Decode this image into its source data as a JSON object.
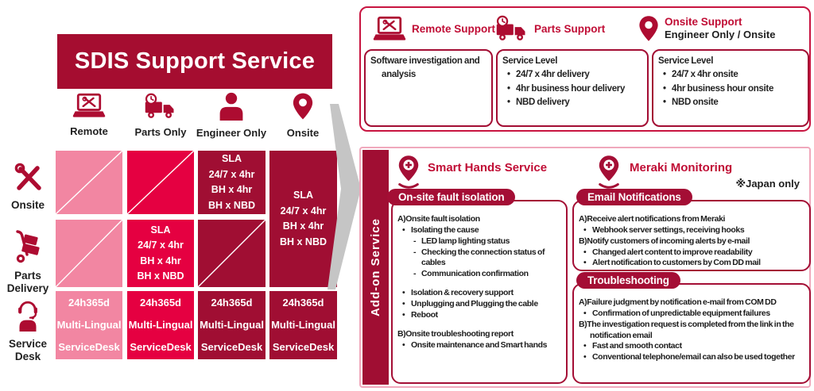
{
  "title": "SDIS Support Service",
  "colors": {
    "maroon": "#A00E33",
    "crimson": "#E50041",
    "pink": "#F286A2",
    "accent_text_red": "#C00D35",
    "panel_border_red": "#C81440",
    "addon_border_pink": "#F0A8BC",
    "arrow_gray": "#C5C5C5"
  },
  "matrix": {
    "column_headers": [
      {
        "label": "Remote",
        "icon": "laptop-tools-icon"
      },
      {
        "label": "Parts Only",
        "icon": "truck-clock-icon"
      },
      {
        "label": "Engineer Only",
        "icon": "person-icon"
      },
      {
        "label": "Onsite",
        "icon": "map-pin-icon"
      }
    ],
    "row_headers": [
      {
        "label": "Onsite",
        "icon": "crossed-tools-icon"
      },
      {
        "label": "Parts Delivery",
        "icon": "hand-truck-icon"
      },
      {
        "label": "Service Desk",
        "icon": "headset-person-icon"
      }
    ],
    "sla_lines": [
      "SLA",
      "24/7 x 4hr",
      "BH x 4hr",
      "BH x NBD"
    ],
    "service_desk_lines": [
      "24h365d",
      "Multi-Lingual",
      "ServiceDesk"
    ]
  },
  "support_panel": {
    "sections": [
      {
        "title": "Remote Support",
        "icon": "laptop-tools-icon",
        "body": [
          {
            "t": "Software investigation and analysis",
            "l": 0
          }
        ]
      },
      {
        "title": "Parts Support",
        "icon": "truck-clock-icon",
        "body": [
          {
            "t": "Service Level",
            "l": 0
          },
          {
            "b": "•",
            "t": "24/7 x 4hr delivery",
            "l": 1
          },
          {
            "b": "•",
            "t": "4hr business hour delivery",
            "l": 1
          },
          {
            "b": "•",
            "t": "NBD delivery",
            "l": 1
          }
        ]
      },
      {
        "title": "Onsite Support",
        "subtitle": "Engineer Only / Onsite",
        "icon": "map-pin-icon",
        "body": [
          {
            "t": "Service Level",
            "l": 0
          },
          {
            "b": "•",
            "t": "24/7 x 4hr onsite",
            "l": 1
          },
          {
            "b": "•",
            "t": "4hr business hour onsite",
            "l": 1
          },
          {
            "b": "•",
            "t": "NBD onsite",
            "l": 1
          }
        ]
      }
    ]
  },
  "addon_panel": {
    "side_label": "Add-on Service",
    "note": "※Japan only",
    "groups": [
      {
        "title": "Smart Hands Service",
        "icon": "pin-plus-icon"
      },
      {
        "title": "Meraki Monitoring",
        "icon": "pin-plus-icon"
      }
    ],
    "boxes": [
      {
        "header": "On-site fault isolation",
        "lines": [
          {
            "t": "A)Onsite fault isolation",
            "l": 0
          },
          {
            "b": "•",
            "t": "Isolating the cause",
            "l": 1
          },
          {
            "b": "-",
            "t": "LED lamp lighting status",
            "l": 2
          },
          {
            "b": "-",
            "t": "Checking the connection status of cables",
            "l": 2
          },
          {
            "b": "-",
            "t": "Communication confirmation",
            "l": 2
          },
          {
            "t": "",
            "l": 0
          },
          {
            "b": "•",
            "t": "Isolation & recovery support",
            "l": 1
          },
          {
            "b": "•",
            "t": "Unplugging and Plugging the cable",
            "l": 1
          },
          {
            "b": "•",
            "t": "Reboot",
            "l": 1
          },
          {
            "t": "",
            "l": 0
          },
          {
            "t": "B)Onsite troubleshooting report",
            "l": 0
          },
          {
            "b": "•",
            "t": "Onsite maintenance and Smart hands",
            "l": 1
          }
        ]
      },
      {
        "header": "Email Notifications",
        "lines": [
          {
            "t": "A)Receive alert notifications from Meraki",
            "l": 0
          },
          {
            "b": "•",
            "t": "Webhook server settings, receiving hooks",
            "l": 1
          },
          {
            "t": "B)Notify customers of incoming alerts by e-mail",
            "l": 0
          },
          {
            "b": "•",
            "t": "Changed alert content to improve readability",
            "l": 1
          },
          {
            "b": "•",
            "t": "Alert notification to customers by Com DD mail",
            "l": 1
          }
        ]
      },
      {
        "header": "Troubleshooting",
        "lines": [
          {
            "t": "A)Failure judgment by notification e-mail from COM DD",
            "l": 0
          },
          {
            "b": "•",
            "t": "Confirmation of unpredictable equipment failures",
            "l": 1
          },
          {
            "t": "B)The investigation request is completed from the link in the notification email",
            "l": 0
          },
          {
            "b": "•",
            "t": "Fast and smooth contact",
            "l": 1
          },
          {
            "b": "•",
            "t": "Conventional telephone/email can also be used together",
            "l": 1
          }
        ]
      }
    ]
  }
}
